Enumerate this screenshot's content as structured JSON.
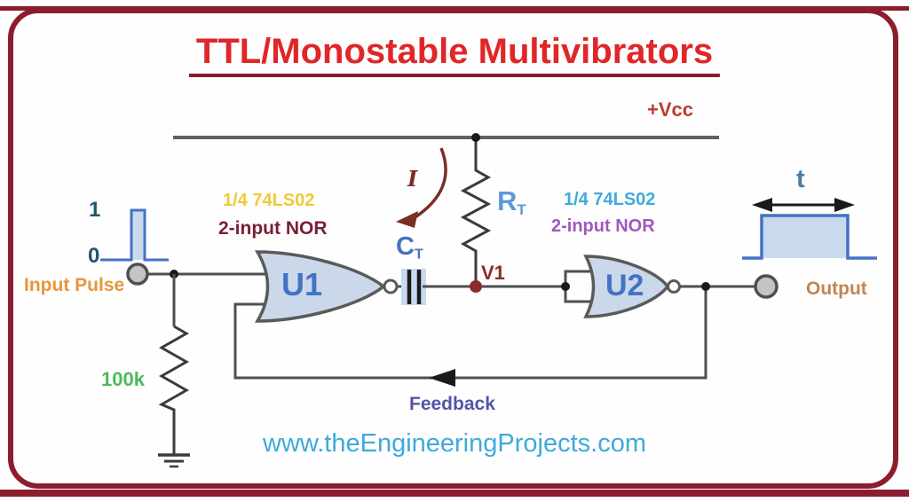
{
  "title": "TTL/Monostable Multivibrators",
  "power": {
    "vcc": "+Vcc"
  },
  "u1": {
    "chip": "1/4 74LS02",
    "type": "2-input NOR",
    "name": "U1"
  },
  "u2": {
    "chip": "1/4 74LS02",
    "type": "2-input NOR",
    "name": "U2"
  },
  "components": {
    "rt": {
      "symbol": "R",
      "sub": "T"
    },
    "ct": {
      "symbol": "C",
      "sub": "T"
    },
    "v1": "V1",
    "current": "I",
    "resistor_value": "100k"
  },
  "input": {
    "high": "1",
    "low": "0",
    "label": "Input Pulse"
  },
  "output": {
    "label": "Output",
    "time": "t"
  },
  "feedback": {
    "label": "Feedback"
  },
  "footer": {
    "website": "www.theEngineeringProjects.com"
  },
  "colors": {
    "border": "#8C1D2F",
    "title": "#E02629",
    "wire": "#4F4F4F",
    "rail": "#616161",
    "gate_fill": "#CBD8E9",
    "gate_stroke": "#5A5A5A",
    "gate_text": "#4472C4",
    "pulse_stroke": "#4472C4",
    "pulse_fill": "#C9D9EE",
    "vcc": "#C03A30",
    "u1_chip": "#EFC83C",
    "u1_type": "#7A1F35",
    "u2_chip": "#41AADC",
    "u2_type": "#A256C0",
    "rt_label": "#5B9BD5",
    "ct_label": "#4472C4",
    "v1_node": "#8B2B2B",
    "current_arrow": "#7B2D26",
    "binary_digits": "#205867",
    "input_pulse": "#E8963C",
    "resistor_value": "#4CBB5C",
    "feedback": "#5055A8",
    "output": "#C08552",
    "time": "#4A7BA6",
    "website": "#3FA9DC",
    "terminal_fill": "#C4C4C4",
    "junction_dot": "#1A1A1A"
  }
}
